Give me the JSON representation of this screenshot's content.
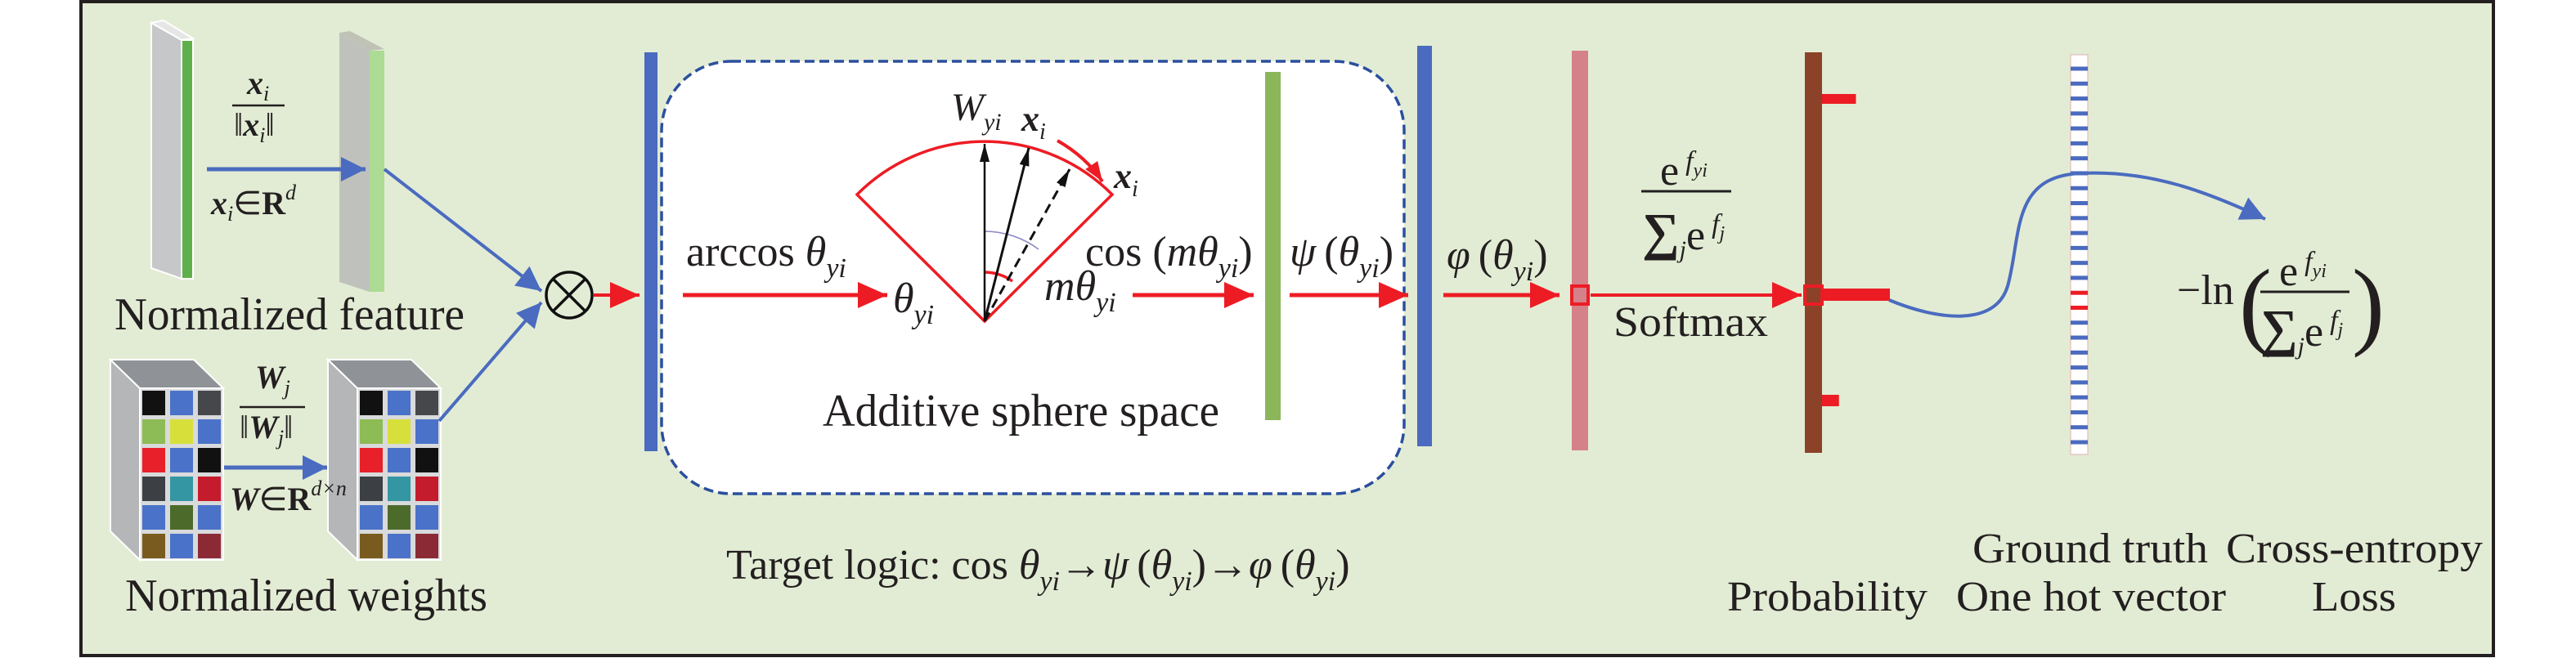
{
  "labels": {
    "normalized_feature": "Normalized feature",
    "normalized_weights": "Normalized weights",
    "additive_sphere_space": "Additive sphere space",
    "softmax": "Softmax",
    "probability": "Probability",
    "ground_truth": "Ground truth",
    "one_hot_vector": "One hot vector",
    "cross_entropy": "Cross-entropy",
    "loss": "Loss"
  },
  "math": {
    "x": "x",
    "i": "i",
    "W": "W",
    "j": "j",
    "yi": "yi",
    "m": "m",
    "theta": "θ",
    "psi": "ψ",
    "phi": "φ",
    "norm": "‖",
    "in": "∈",
    "R": "R",
    "d": "d",
    "dxn": "d×n",
    "arccos": "arccos ",
    "cos": "cos (",
    "lparen": "(",
    "rparen": ")",
    "e": "e",
    "f": "f",
    "sigma": "∑",
    "minus_ln": "−ln",
    "otimes": "⊗",
    "target_logic_prefix": "Target logic: cos ",
    "arrow": "→"
  },
  "colors": {
    "background": "#e2ecd4",
    "blue": "#4a6bbf",
    "red": "#ed1c24",
    "green_bar": "#8bb65a",
    "pink_bar": "#d4818a",
    "brown_bar": "#8b4229"
  },
  "weight_grid": [
    [
      "#111111",
      "#4a72c8",
      "#45474b"
    ],
    [
      "#8dbb55",
      "#d7e03a",
      "#4a72c8"
    ],
    [
      "#e8202a",
      "#4a72c8",
      "#111111"
    ],
    [
      "#3c3f44",
      "#3596a3",
      "#c41c2c"
    ],
    [
      "#4a72c8",
      "#4c6b2a",
      "#4a72c8"
    ],
    [
      "#7a5b1f",
      "#4a72c8",
      "#8b2a35"
    ]
  ],
  "probability_bars": [
    0.5,
    1.0,
    0.25
  ],
  "one_hot_vector": [
    0,
    0,
    0,
    0,
    0,
    0,
    0,
    0,
    0,
    0,
    0,
    0,
    0,
    0,
    0,
    1,
    1,
    0,
    0,
    0,
    0,
    0,
    0,
    0,
    0,
    0
  ]
}
